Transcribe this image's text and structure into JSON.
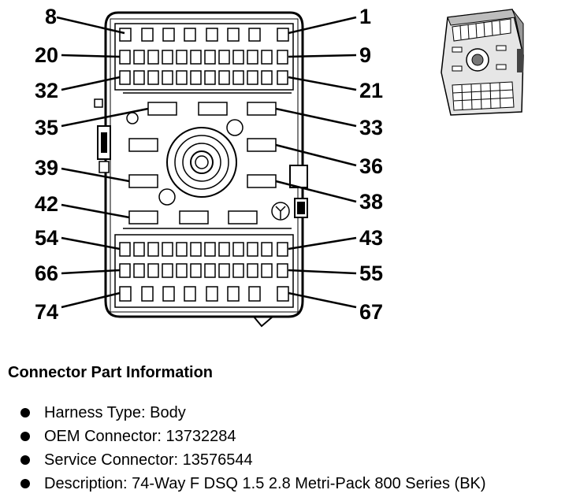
{
  "pin_labels": {
    "left": [
      "8",
      "20",
      "32",
      "35",
      "39",
      "42",
      "54",
      "66",
      "74"
    ],
    "right": [
      "1",
      "9",
      "21",
      "33",
      "36",
      "38",
      "43",
      "55",
      "67"
    ]
  },
  "info": {
    "heading": "Connector Part Information",
    "items": [
      "Harness Type: Body",
      "OEM Connector: 13732284",
      "Service Connector: 13576544",
      "Description: 74-Way F DSQ 1.5 2.8 Metri-Pack 800 Series (BK)"
    ]
  }
}
